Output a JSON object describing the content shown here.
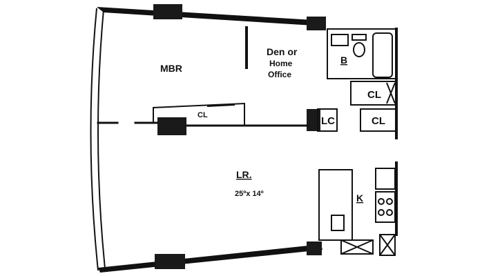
{
  "rooms": {
    "mbr": "MBR",
    "den_line1": "Den or",
    "den_line2": "Home",
    "den_line3": "Office",
    "bath": "B",
    "closet_hall": "CL",
    "closet_lower": "CL",
    "closet_bedroom": "CL",
    "linen_closet": "LC",
    "living_room": "LR.",
    "living_room_size": "25ºx 14º",
    "kitchen": "K"
  }
}
